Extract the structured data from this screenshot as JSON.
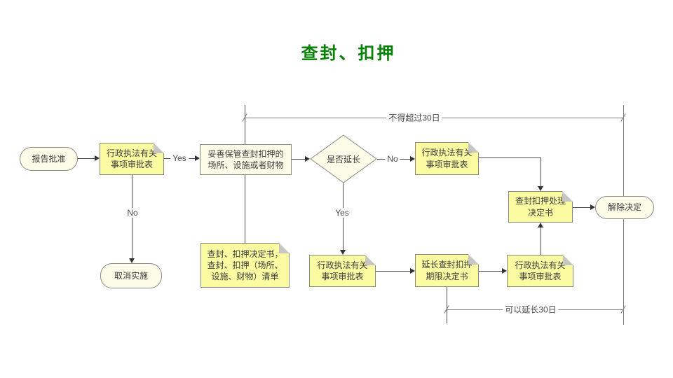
{
  "title": {
    "text": "查封、扣押"
  },
  "colors": {
    "title_green": "#008000",
    "doc_fill": "#fbfba2",
    "plain_fill": "#fcfce8",
    "shape_border": "#8a8a85",
    "connector": "#4d4d4d",
    "bracket": "#7d7d7d"
  },
  "nodes": {
    "start": "报告批准",
    "approval_form_1": "行政执法有关\n事项审批表",
    "safekeeping": "妥善保管查封扣押的\n场所、设施或者财物",
    "extend_decision": "是否延长",
    "approval_form_2": "行政执法有关\n事项审批表",
    "handling_decision": "查封扣押处理\n决定书",
    "release_decision": "解除决定",
    "cancel_implementation": "取消实施",
    "seizure_documents": "查封、扣押决定书，\n查封、扣押（场所、\n设施、财物）清单",
    "approval_form_3": "行政执法有关\n事项审批表",
    "extension_decision": "延长查封扣押\n期限决定书",
    "approval_form_4": "行政执法有关\n事项审批表"
  },
  "edge_labels": {
    "yes_to_safekeeping": "Yes",
    "no_to_cancel": "No",
    "no_to_approval": "No",
    "yes_to_approval": "Yes"
  },
  "annotations": {
    "max_duration": "不得超过30日",
    "extension_duration": "可以延长30日"
  }
}
